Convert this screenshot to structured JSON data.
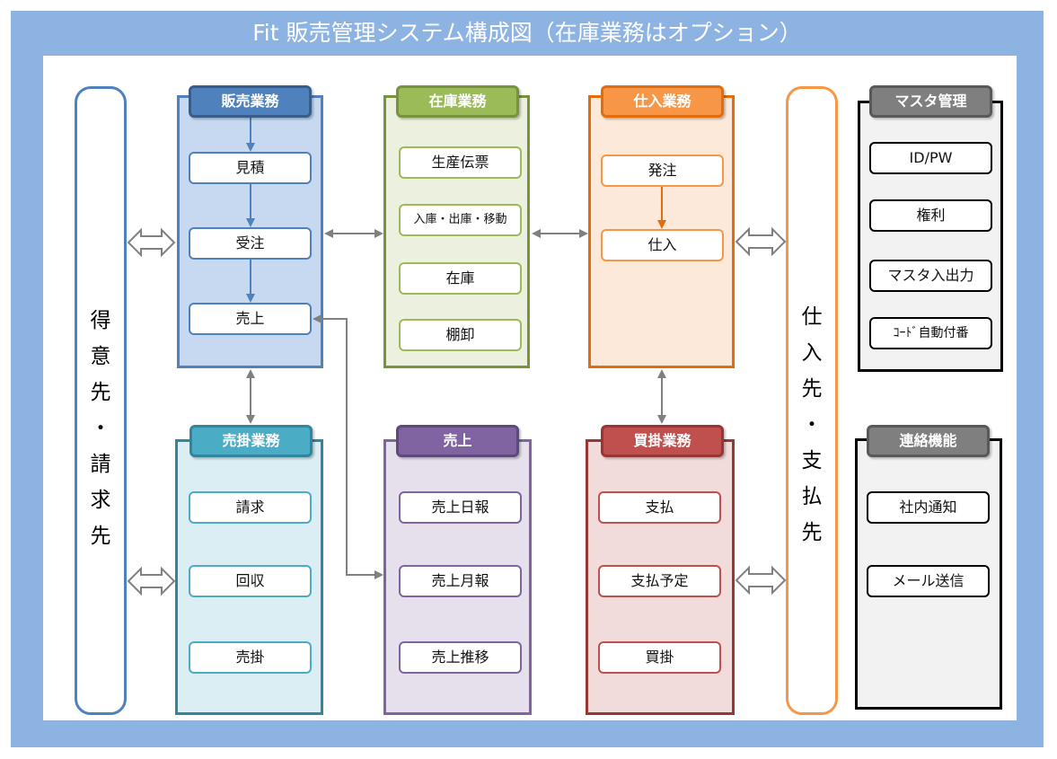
{
  "title": "Fit 販売管理システム構成図（在庫業務はオプション）",
  "customer": {
    "label": [
      "得",
      "意",
      "先",
      "・",
      "請",
      "求",
      "先"
    ]
  },
  "supplier": {
    "label": [
      "仕",
      "入",
      "先",
      "・",
      "支",
      "払",
      "先"
    ]
  },
  "sales": {
    "header": "販売業務",
    "items": [
      "見積",
      "受注",
      "売上"
    ]
  },
  "inventory": {
    "header": "在庫業務",
    "items": [
      "生産伝票",
      "入庫・出庫・移動",
      "在庫",
      "棚卸"
    ]
  },
  "purchase": {
    "header": "仕入業務",
    "items": [
      "発注",
      "仕入"
    ]
  },
  "master": {
    "header": "マスタ管理",
    "items": [
      "ID/PW",
      "権利",
      "マスタ入出力",
      "ｺｰﾄﾞ自動付番"
    ]
  },
  "receivable": {
    "header": "売掛業務",
    "items": [
      "請求",
      "回収",
      "売掛"
    ]
  },
  "sales_report": {
    "header": "売上",
    "items": [
      "売上日報",
      "売上月報",
      "売上推移"
    ]
  },
  "payable": {
    "header": "買掛業務",
    "items": [
      "支払",
      "支払予定",
      "買掛"
    ]
  },
  "contact": {
    "header": "連絡機能",
    "items": [
      "社内通知",
      "メール送信"
    ]
  },
  "colors": {
    "frame": "#8db3e2",
    "sales": "#4f81bd",
    "sales_bg": "#c6d9f1",
    "inventory": "#9bbb59",
    "inventory_bg": "#ebf1de",
    "purchase": "#f79646",
    "purchase_head_border": "#e46c0a",
    "purchase_bg": "#fde9d9",
    "master": "#7f7f7f",
    "master_bg": "#f2f2f2",
    "receivable": "#4bacc6",
    "receivable_bg": "#dbeef4",
    "sales_report": "#8064a2",
    "sales_report_bg": "#e5e0ec",
    "payable": "#c0504d",
    "payable_bg": "#f2dcdb",
    "arrow": "#808080"
  }
}
